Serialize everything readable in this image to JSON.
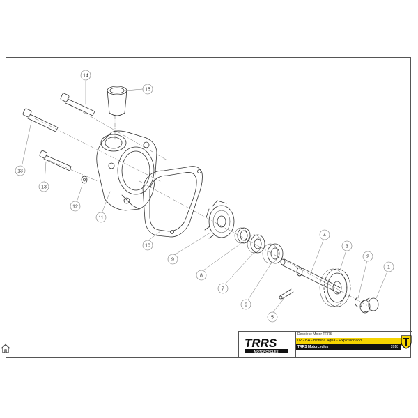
{
  "title_block": {
    "description": "Despiece Motor TRRS",
    "drawing_title": "02 - BA - Bomba Agua - Explosionado",
    "company": "TRRS Motorcycles",
    "year": "2018",
    "logo_text": "TRRS",
    "logo_subtitle": "MOTORCYCLES"
  },
  "callouts": [
    {
      "n": "1"
    },
    {
      "n": "2"
    },
    {
      "n": "3"
    },
    {
      "n": "4"
    },
    {
      "n": "5"
    },
    {
      "n": "6"
    },
    {
      "n": "7"
    },
    {
      "n": "8"
    },
    {
      "n": "9"
    },
    {
      "n": "10"
    },
    {
      "n": "11"
    },
    {
      "n": "12"
    },
    {
      "n": "13"
    },
    {
      "n": "13"
    },
    {
      "n": "14"
    },
    {
      "n": "15"
    }
  ],
  "colors": {
    "accent": "#f5d400",
    "bar": "#111111",
    "line": "#333333"
  },
  "icons": {
    "home": "home-icon"
  }
}
